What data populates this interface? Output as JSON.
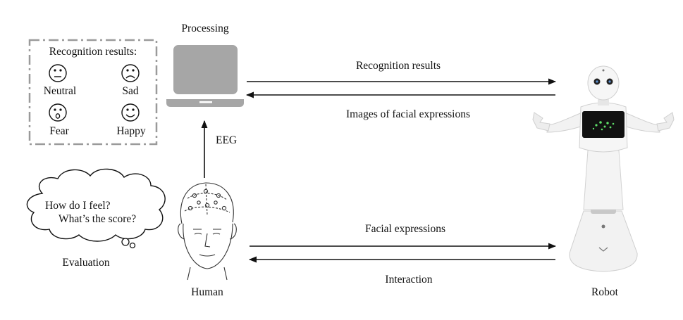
{
  "recognition_box": {
    "title": "Recognition results:",
    "emotions": [
      {
        "label": "Neutral",
        "icon": "neutral-face-icon"
      },
      {
        "label": "Sad",
        "icon": "sad-face-icon"
      },
      {
        "label": "Fear",
        "icon": "fear-face-icon"
      },
      {
        "label": "Happy",
        "icon": "happy-face-icon"
      }
    ]
  },
  "processing": {
    "label": "Processing",
    "icon": "laptop-icon"
  },
  "arrows": {
    "recognition_results": "Recognition results",
    "images_of_facial_expressions": "Images of facial expressions",
    "eeg": "EEG",
    "facial_expressions": "Facial expressions",
    "interaction": "Interaction"
  },
  "thought_bubble": {
    "line1": "How do I feel?",
    "line2": "What’s the score?",
    "icon": "thought-cloud-icon"
  },
  "evaluation": {
    "label": "Evaluation"
  },
  "human": {
    "label": "Human",
    "icon": "human-head-eeg-cap-icon"
  },
  "robot": {
    "label": "Robot",
    "icon": "humanoid-robot-icon"
  },
  "colors": {
    "stroke": "#111111",
    "dash_box": "#9a9a9a",
    "laptop": "#a6a6a6",
    "robot_body": "#f2f2f2",
    "robot_screen": "#111111",
    "screen_dots": "#5fe06a"
  }
}
